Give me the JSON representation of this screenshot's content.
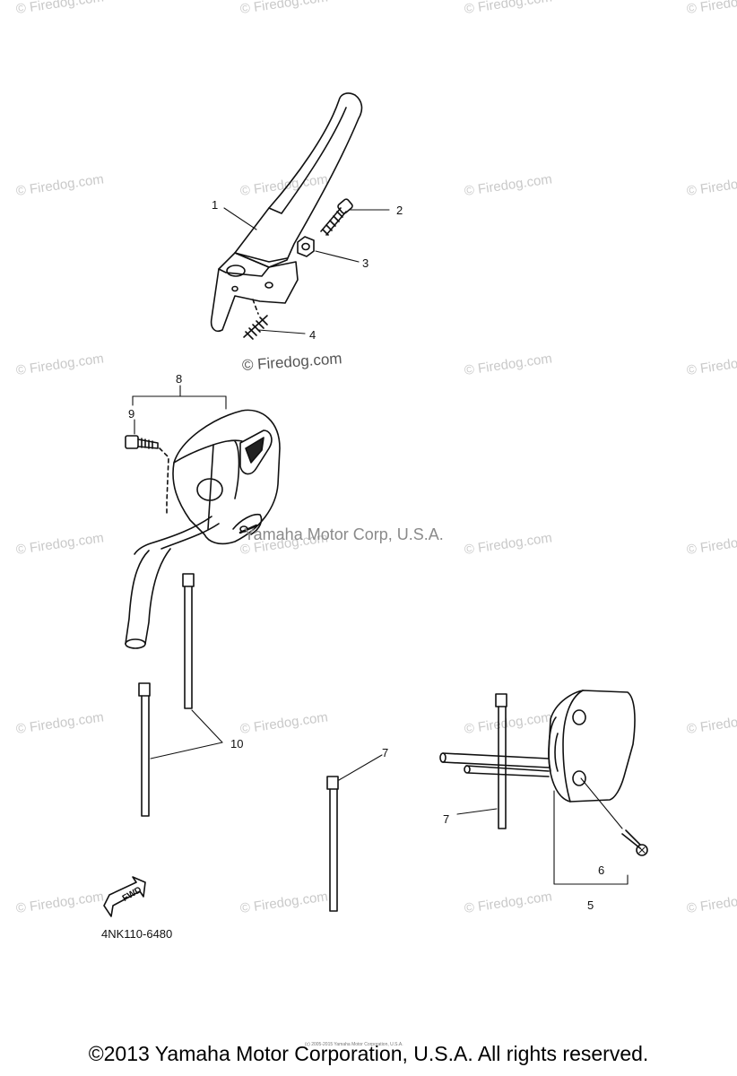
{
  "watermark_text": "© Firedog.com",
  "center_watermark": "© Firedog.com",
  "center_watermark_2": "Yamaha Motor Corp, U.S.A.",
  "callouts": {
    "c1": "1",
    "c2": "2",
    "c3": "3",
    "c4": "4",
    "c5": "5",
    "c6": "6",
    "c7a": "7",
    "c7b": "7",
    "c8": "8",
    "c9": "9",
    "c10": "10"
  },
  "fwd_label": "FWD",
  "part_code": "4NK110-6480",
  "tiny_copyright": "(c) 2005-2015 Yamaha Motor Corporation, U.S.A.",
  "footer_copyright": "©2013 Yamaha Motor Corporation, U.S.A. All rights reserved."
}
